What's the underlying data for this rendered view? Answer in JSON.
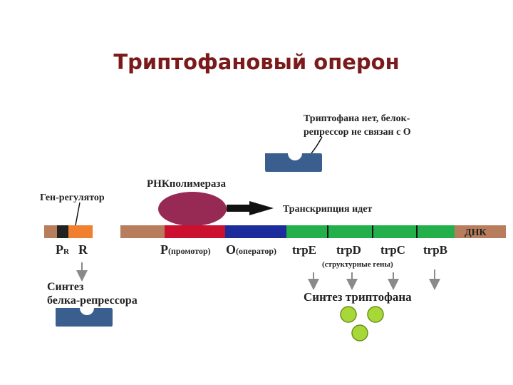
{
  "title": "Триптофановый оперон",
  "repressor_note_line1": "Триптофана нет, белок-",
  "repressor_note_line2": "репрессор не связан с О",
  "rna_polymerase": "РНКполимераза",
  "transcription": "Транскрипция идет",
  "regulator_gene": "Ген-регулятор",
  "dna": "ДНК",
  "pr_main": "P",
  "pr_sub": "R",
  "r_label": "R",
  "promoter_main": "P",
  "promoter_sub": "(промотор)",
  "operator_main": "O",
  "operator_sub": "(оператор)",
  "genes": [
    "trpE",
    "trpD",
    "trpC",
    "trpB"
  ],
  "structural_genes": "(структурные гены)",
  "synth_repressor_line1": "Синтез",
  "synth_repressor_line2": "белка-репрессора",
  "synth_trp": "Синтез триптофана",
  "colors": {
    "title": "#7b1a1a",
    "dna": "#b87d5c",
    "regulator_gene": "#f08030",
    "pr_block": "#222222",
    "promoter": "#cc1030",
    "operator": "#1c2c9a",
    "structural_genes": "#23b04a",
    "rna_polymerase": "#962a55",
    "repressor": "#3a5f8e",
    "tryptophan": "#a8d838"
  }
}
